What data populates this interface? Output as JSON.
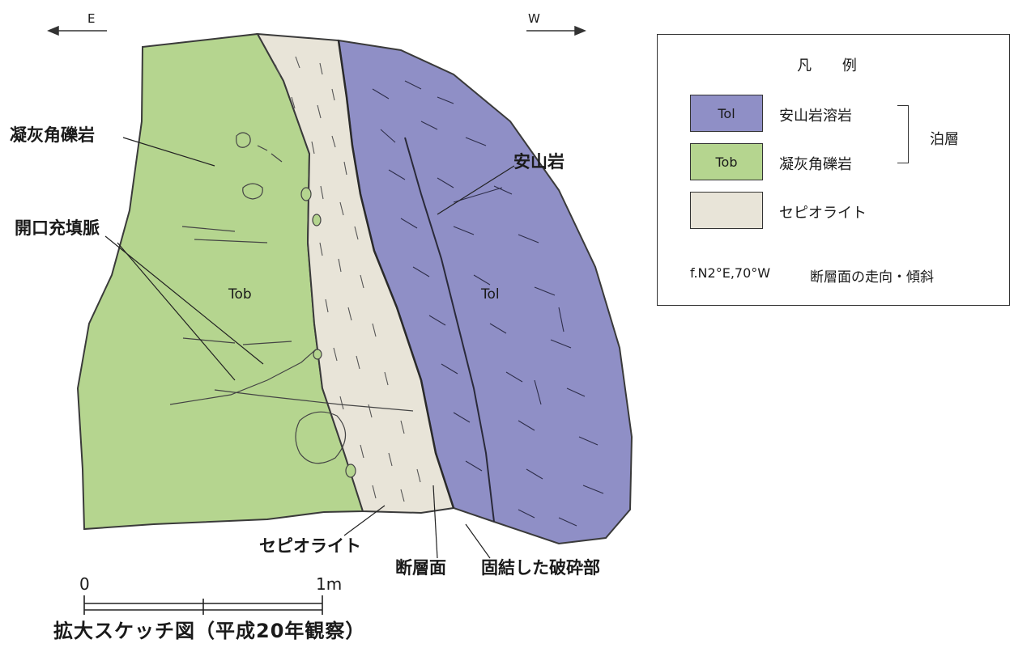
{
  "directions": {
    "left": "E",
    "right": "W"
  },
  "units": {
    "tol": "Tol",
    "tob": "Tob"
  },
  "labels": {
    "tuff_breccia": "凝灰角礫岩",
    "open_vein": "開口充填脈",
    "andesite": "安山岩",
    "sepiolite": "セピオライト",
    "fault_plane": "断層面",
    "consolidated_fractured": "固結した破砕部"
  },
  "scale": {
    "zero": "0",
    "end": "1m"
  },
  "caption": "拡大スケッチ図（平成20年観察）",
  "legend": {
    "title": "凡 例",
    "items": [
      {
        "code": "Tol",
        "name": "安山岩溶岩",
        "color": "#8f8fc6"
      },
      {
        "code": "Tob",
        "name": "凝灰角礫岩",
        "color": "#b5d58f"
      },
      {
        "code": "",
        "name": "セピオライト",
        "color": "#e8e4d8"
      }
    ],
    "group_label": "泊層",
    "fault_code": "f.N2°E,70°W",
    "fault_desc": "断層面の走向・傾斜"
  },
  "colors": {
    "andesite": "#8f8fc6",
    "tuff": "#b5d58f",
    "sepiolite": "#e8e4d8",
    "line": "#333333"
  }
}
